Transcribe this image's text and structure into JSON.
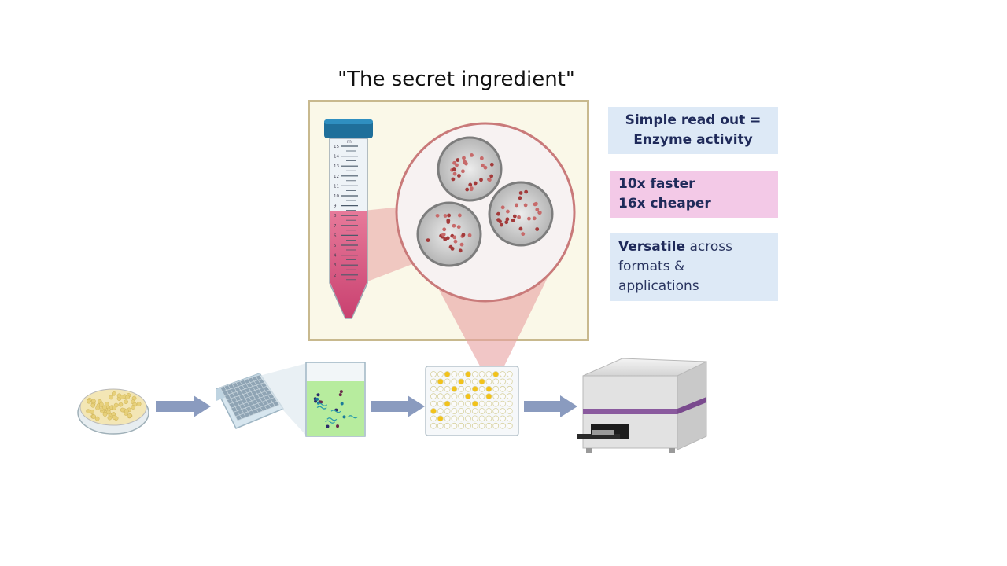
{
  "title": "\"The secret ingredient\"",
  "info": {
    "readout_line1": "Simple read out =",
    "readout_line2": "Enzyme activity",
    "speed_line1": "10x faster",
    "speed_line2": "16x cheaper",
    "versatile_bold": "Versatile",
    "versatile_rest1": " across",
    "versatile_line2": "formats &",
    "versatile_line3": "applications"
  },
  "tube": {
    "unit": "ml",
    "scale": [
      "15",
      "14",
      "13",
      "12",
      "11",
      "10",
      "9",
      "8",
      "7",
      "6",
      "5",
      "4",
      "3",
      "2"
    ]
  },
  "colors": {
    "box_fill": "#faf8e8",
    "box_border": "#c8b98e",
    "info_blue": "#dde9f6",
    "info_pink": "#f3c9e7",
    "text_navy": "#1f2a5a",
    "arrow": "#8a9bbf",
    "liquid": "#d9587f",
    "magnify": "#e8a0a0",
    "bead_dot": "#a33a3a",
    "reader_stripe": "#8a5a9e"
  },
  "steps": [
    "petri-dish-icon",
    "culture-plate-icon",
    "liquid-well-icon",
    "well-plate-icon",
    "plate-reader-icon"
  ]
}
